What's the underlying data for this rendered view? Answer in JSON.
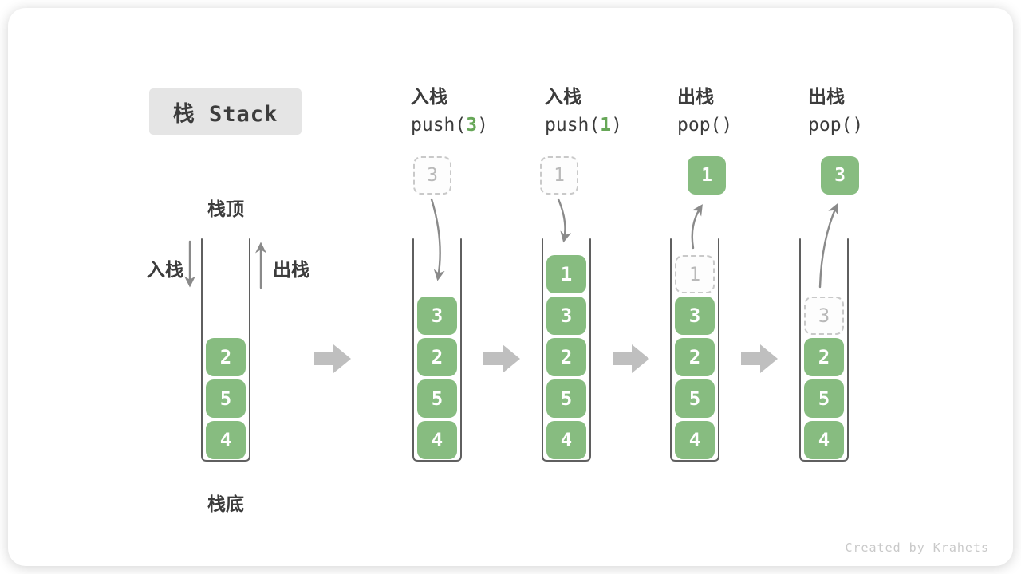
{
  "title": "栈 Stack",
  "legend": {
    "stack_top": "栈顶",
    "stack_bottom": "栈底",
    "push": "入栈",
    "pop": "出栈"
  },
  "initial_stack": {
    "values": [
      "2",
      "5",
      "4"
    ]
  },
  "steps": [
    {
      "op": "入栈",
      "code_pre": "push(",
      "arg": "3",
      "code_post": ")",
      "staged": "3",
      "staged_style": "ghost",
      "stack": [
        "3",
        "2",
        "5",
        "4"
      ]
    },
    {
      "op": "入栈",
      "code_pre": "push(",
      "arg": "1",
      "code_post": ")",
      "staged": "1",
      "staged_style": "ghost",
      "stack": [
        "1",
        "3",
        "2",
        "5",
        "4"
      ]
    },
    {
      "op": "出栈",
      "code_pre": "pop(",
      "arg": "",
      "code_post": ")",
      "staged": "1",
      "staged_style": "solid",
      "stack": [
        "1",
        "3",
        "2",
        "5",
        "4"
      ],
      "popped_slot_ghost": "1"
    },
    {
      "op": "出栈",
      "code_pre": "pop(",
      "arg": "",
      "code_post": ")",
      "staged": "3",
      "staged_style": "solid",
      "stack": [
        "3",
        "2",
        "5",
        "4"
      ],
      "popped_slot_ghost": "3"
    }
  ],
  "watermark": "Created by Krahets",
  "colors": {
    "green": "#87bc80",
    "accent": "#67a758",
    "arrow": "#8a8a8a",
    "block": "#bfbfbf",
    "wall": "#5f5f5f",
    "ghost-border": "#c9c9c9",
    "ghost-text": "#b9b9b9",
    "text": "#3c3c3c",
    "title-bg": "#e5e5e5",
    "watermark": "#c9c9c9"
  }
}
